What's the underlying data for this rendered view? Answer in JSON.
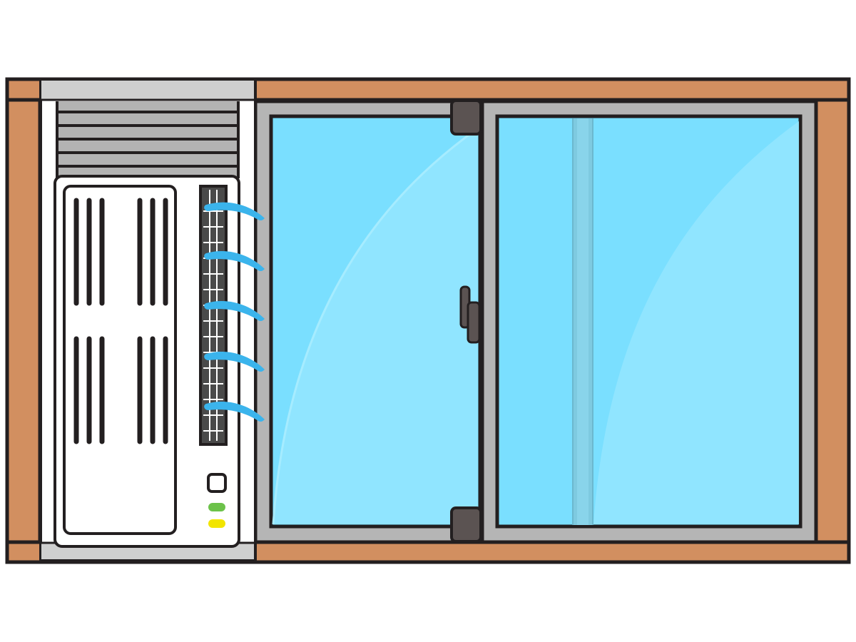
{
  "illustration": {
    "subject": "window-air-conditioner-in-sliding-window",
    "colors": {
      "frame_wood": "#D28F60",
      "outline": "#231F20",
      "sash_gray": "#B5B5B5",
      "glass": "#7ADFFF",
      "glass_shine": "#9BE8FF",
      "ac_body": "#FFFFFF",
      "ac_panel_top": "#CFCFCF",
      "ac_vent_stripes": "#B3B3B3",
      "louver_dark": "#4A4A4A",
      "airflow": "#3BB4EC",
      "lock_hardware": "#5B5352",
      "indicator_green": "#6CC24A",
      "indicator_yellow": "#F2E500",
      "center_bar": "#7ECAE0"
    },
    "icons": {
      "air_conditioner": "window-air-conditioner-icon",
      "power_button": "power-button-icon",
      "airflow": "airflow-icon",
      "window_lock": "window-lock-icon"
    },
    "airflow_streams": 5,
    "indicator_lights": [
      "green",
      "yellow"
    ]
  }
}
